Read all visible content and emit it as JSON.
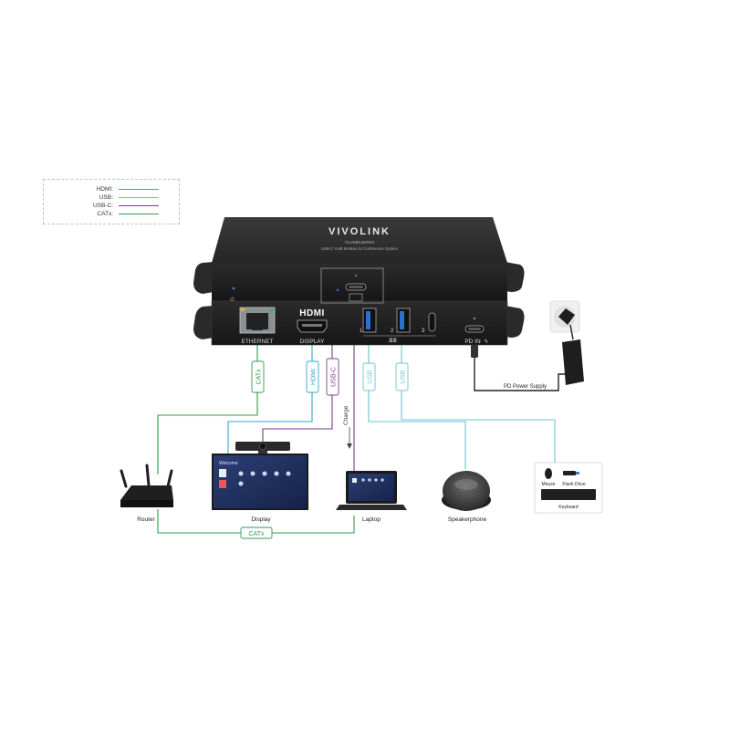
{
  "legend": {
    "items": [
      {
        "label": "HDMI:",
        "color": "#34a6c8"
      },
      {
        "label": "USB:",
        "color": "#6cc3d3"
      },
      {
        "label": "USB-C:",
        "color": "#7d3a8c"
      },
      {
        "label": "CATx:",
        "color": "#2e9e4e"
      }
    ]
  },
  "device": {
    "brand": "VIVOLINK",
    "model": "VLUSBC4KRK4",
    "subtitle": "USB-C HUB Module for Conference System",
    "ports": {
      "hdmi_logo": "HDMI",
      "ethernet": "ETHERNET",
      "display": "DISPLAY",
      "ss_logo": "SS",
      "pd_in": "PD IN",
      "usb1": "1",
      "usb2": "2",
      "usbc3": "3"
    }
  },
  "cables": {
    "catx": "CATx",
    "hdmi": "HDMI",
    "usbc": "USB-C",
    "usb": "USB",
    "charge": "Charge",
    "pd_supply": "PD Power Supply",
    "catx_bottom": "CATx"
  },
  "devices": {
    "router": "Router",
    "display": "Display",
    "laptop": "Laptop",
    "speakerphone": "Speakerphone",
    "keyboard": "Keyboard",
    "mouse": "Mouse",
    "flash_drive": "Flash Drive",
    "screen_welcome": "Welcome"
  },
  "colors": {
    "hdmi": "#34a6c8",
    "usb": "#6cc3d3",
    "usbc": "#7d3a8c",
    "catx": "#2e9e4e",
    "black": "#222222"
  }
}
